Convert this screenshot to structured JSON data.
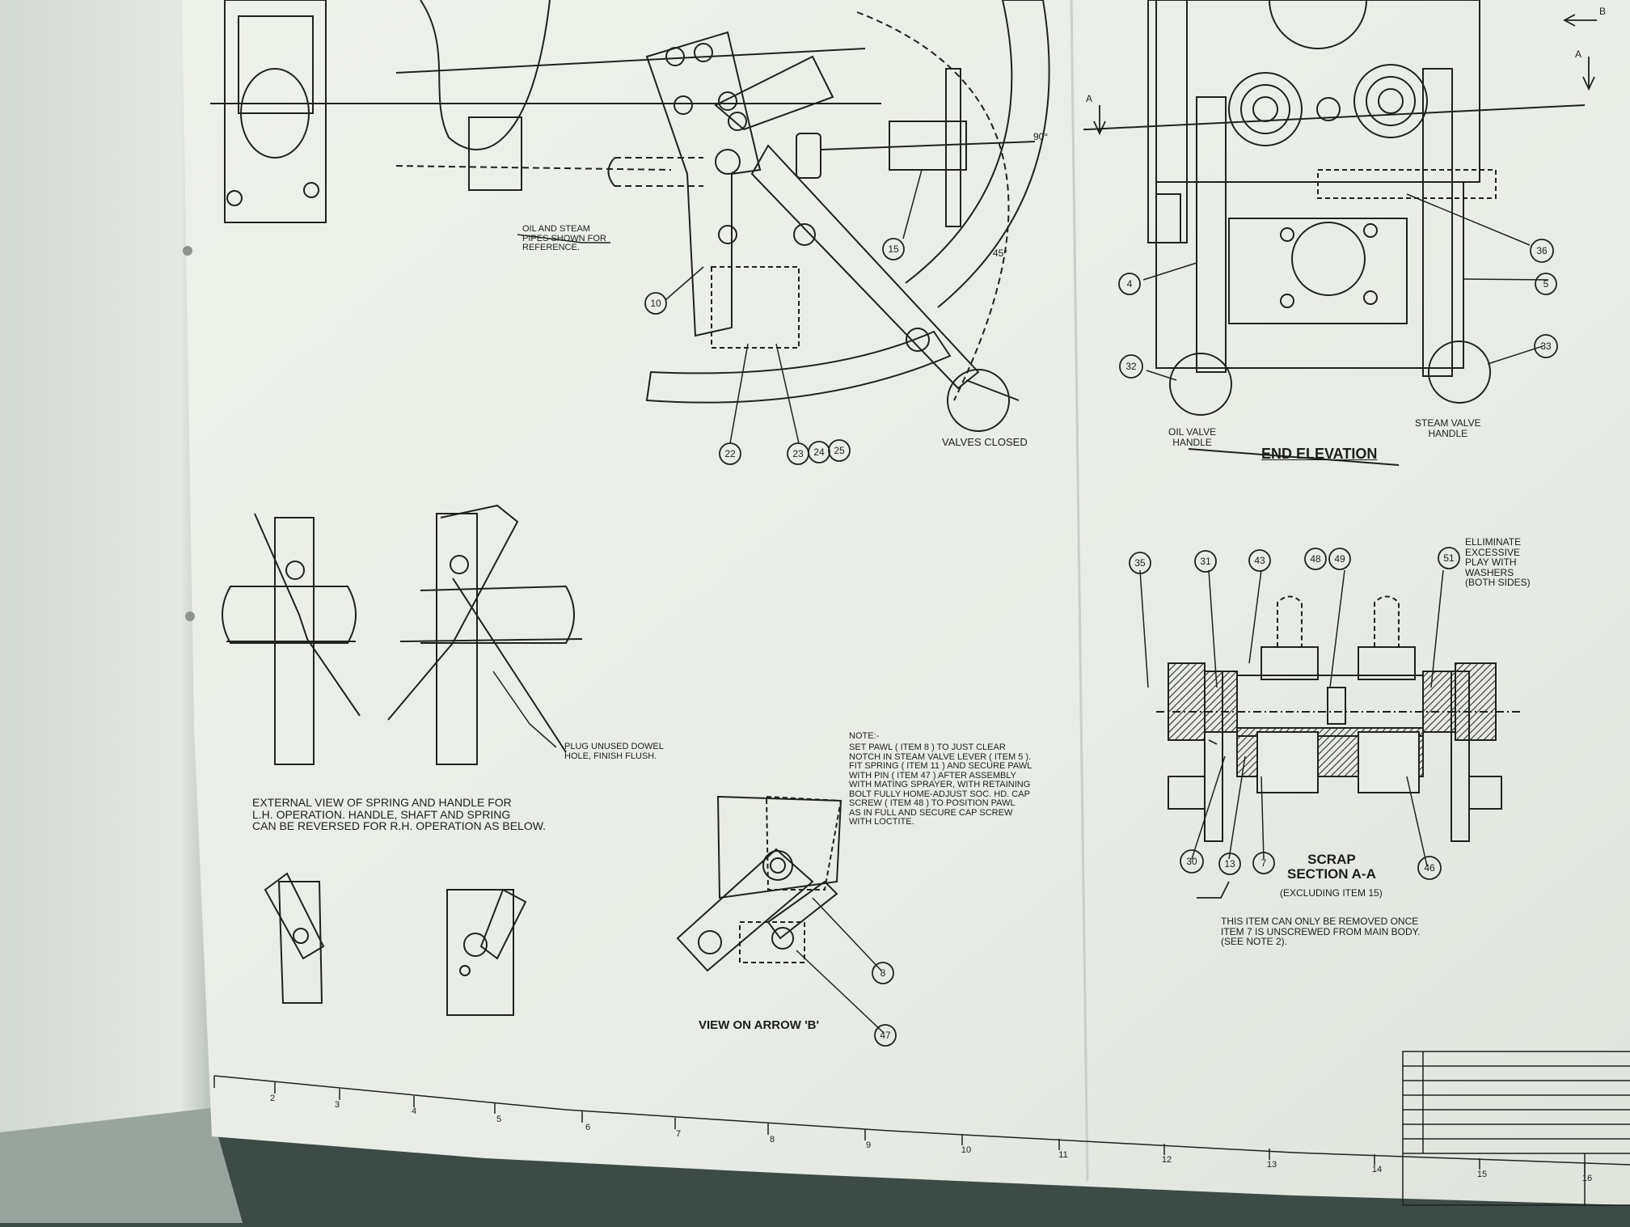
{
  "drawing": {
    "views": {
      "end_elevation_title": "END ELEVATION",
      "scrap_section_title": "SCRAP\nSECTION A-A",
      "scrap_section_sub": "(EXCLUDING ITEM 15)",
      "arrow_b_title": "VIEW ON ARROW 'B'"
    },
    "labels": {
      "oil_steam_pipes": "OIL AND STEAM\nPIPES SHOWN FOR\nREFERENCE.",
      "valves_closed": "VALVES CLOSED",
      "angle_90": "90°",
      "angle_45": "45°",
      "oil_valve_handle": "OIL VALVE\nHANDLE",
      "steam_valve_handle": "STEAM VALVE\nHANDLE",
      "section_marker_a": "A",
      "arrow_marker_b": "B",
      "eliminate_play": "ELLIMINATE\nEXCESSIVE\nPLAY WITH\nWASHERS\n(BOTH SIDES)",
      "plug_dowel": "PLUG UNUSED DOWEL\nHOLE, FINISH FLUSH.",
      "external_view": "EXTERNAL VIEW OF SPRING AND HANDLE FOR\nL.H. OPERATION. HANDLE, SHAFT AND SPRING\nCAN BE REVERSED FOR R.H. OPERATION AS BELOW.",
      "note_header": "NOTE:-",
      "note_body": "SET PAWL ( ITEM 8 ) TO JUST CLEAR\nNOTCH IN STEAM VALVE LEVER ( ITEM 5 ).\nFIT SPRING ( ITEM 11 ) AND SECURE PAWL\nWITH PIN ( ITEM 47 ) AFTER ASSEMBLY\nWITH MATING SPRAYER, WITH RETAINING\nBOLT FULLY HOME-ADJUST SOC. HD. CAP\nSCREW ( ITEM 48 ) TO POSITION PAWL\nAS IN FULL AND SECURE CAP SCREW\nWITH LOCTITE.",
      "item7_note": "THIS ITEM CAN ONLY BE REMOVED ONCE\nITEM 7 IS UNSCREWED FROM MAIN BODY.\n(SEE NOTE 2)."
    },
    "callouts": [
      "15",
      "10",
      "22",
      "23",
      "24",
      "25",
      "36",
      "4",
      "5",
      "32",
      "33",
      "35",
      "31",
      "43",
      "48",
      "49",
      "51",
      "30",
      "13",
      "7",
      "46",
      "8",
      "47"
    ],
    "ruler_numbers": [
      "2",
      "3",
      "4",
      "5",
      "6",
      "7",
      "8",
      "9",
      "10",
      "11",
      "12",
      "13",
      "14",
      "15",
      "16"
    ]
  }
}
